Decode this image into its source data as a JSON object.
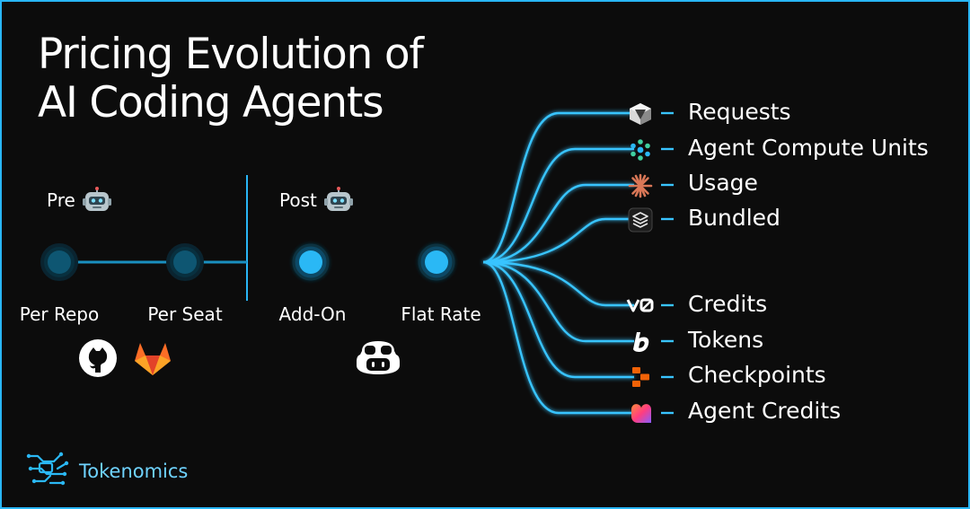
{
  "title": {
    "line1": "Pricing Evolution of",
    "line2": "AI Coding Agents"
  },
  "phases": {
    "pre": "Pre",
    "post": "Post",
    "robot_icon": "robot-emoji-icon"
  },
  "nodes": [
    {
      "label": "Per Repo",
      "state": "dim"
    },
    {
      "label": "Per Seat",
      "state": "dim"
    },
    {
      "label": "Add-On",
      "state": "bright"
    },
    {
      "label": "Flat Rate",
      "state": "bright"
    }
  ],
  "node_logos": {
    "per_repo": "github-icon",
    "per_seat": "gitlab-icon",
    "add_on": "copilot-icon"
  },
  "branches": [
    {
      "label": "Requests",
      "icon": "cursor-cube-icon"
    },
    {
      "label": "Agent Compute Units",
      "icon": "devin-dots-icon"
    },
    {
      "label": "Usage",
      "icon": "claude-starburst-icon"
    },
    {
      "label": "Bundled",
      "icon": "stacked-layers-icon"
    },
    {
      "label": "Credits",
      "icon": "v0-icon"
    },
    {
      "label": "Tokens",
      "icon": "bolt-b-icon"
    },
    {
      "label": "Checkpoints",
      "icon": "replit-icon"
    },
    {
      "label": "Agent Credits",
      "icon": "lovable-heart-icon"
    }
  ],
  "footer": {
    "brand": "Tokenomics",
    "logo": "tokenomics-circuit-icon"
  },
  "colors": {
    "background": "#0c0c0c",
    "accent": "#29b6f6",
    "glow": "#39c4ff",
    "node_dim": "#0d4f68",
    "node_bright": "#2bb8f5",
    "brand_text": "#6fd3ff"
  }
}
